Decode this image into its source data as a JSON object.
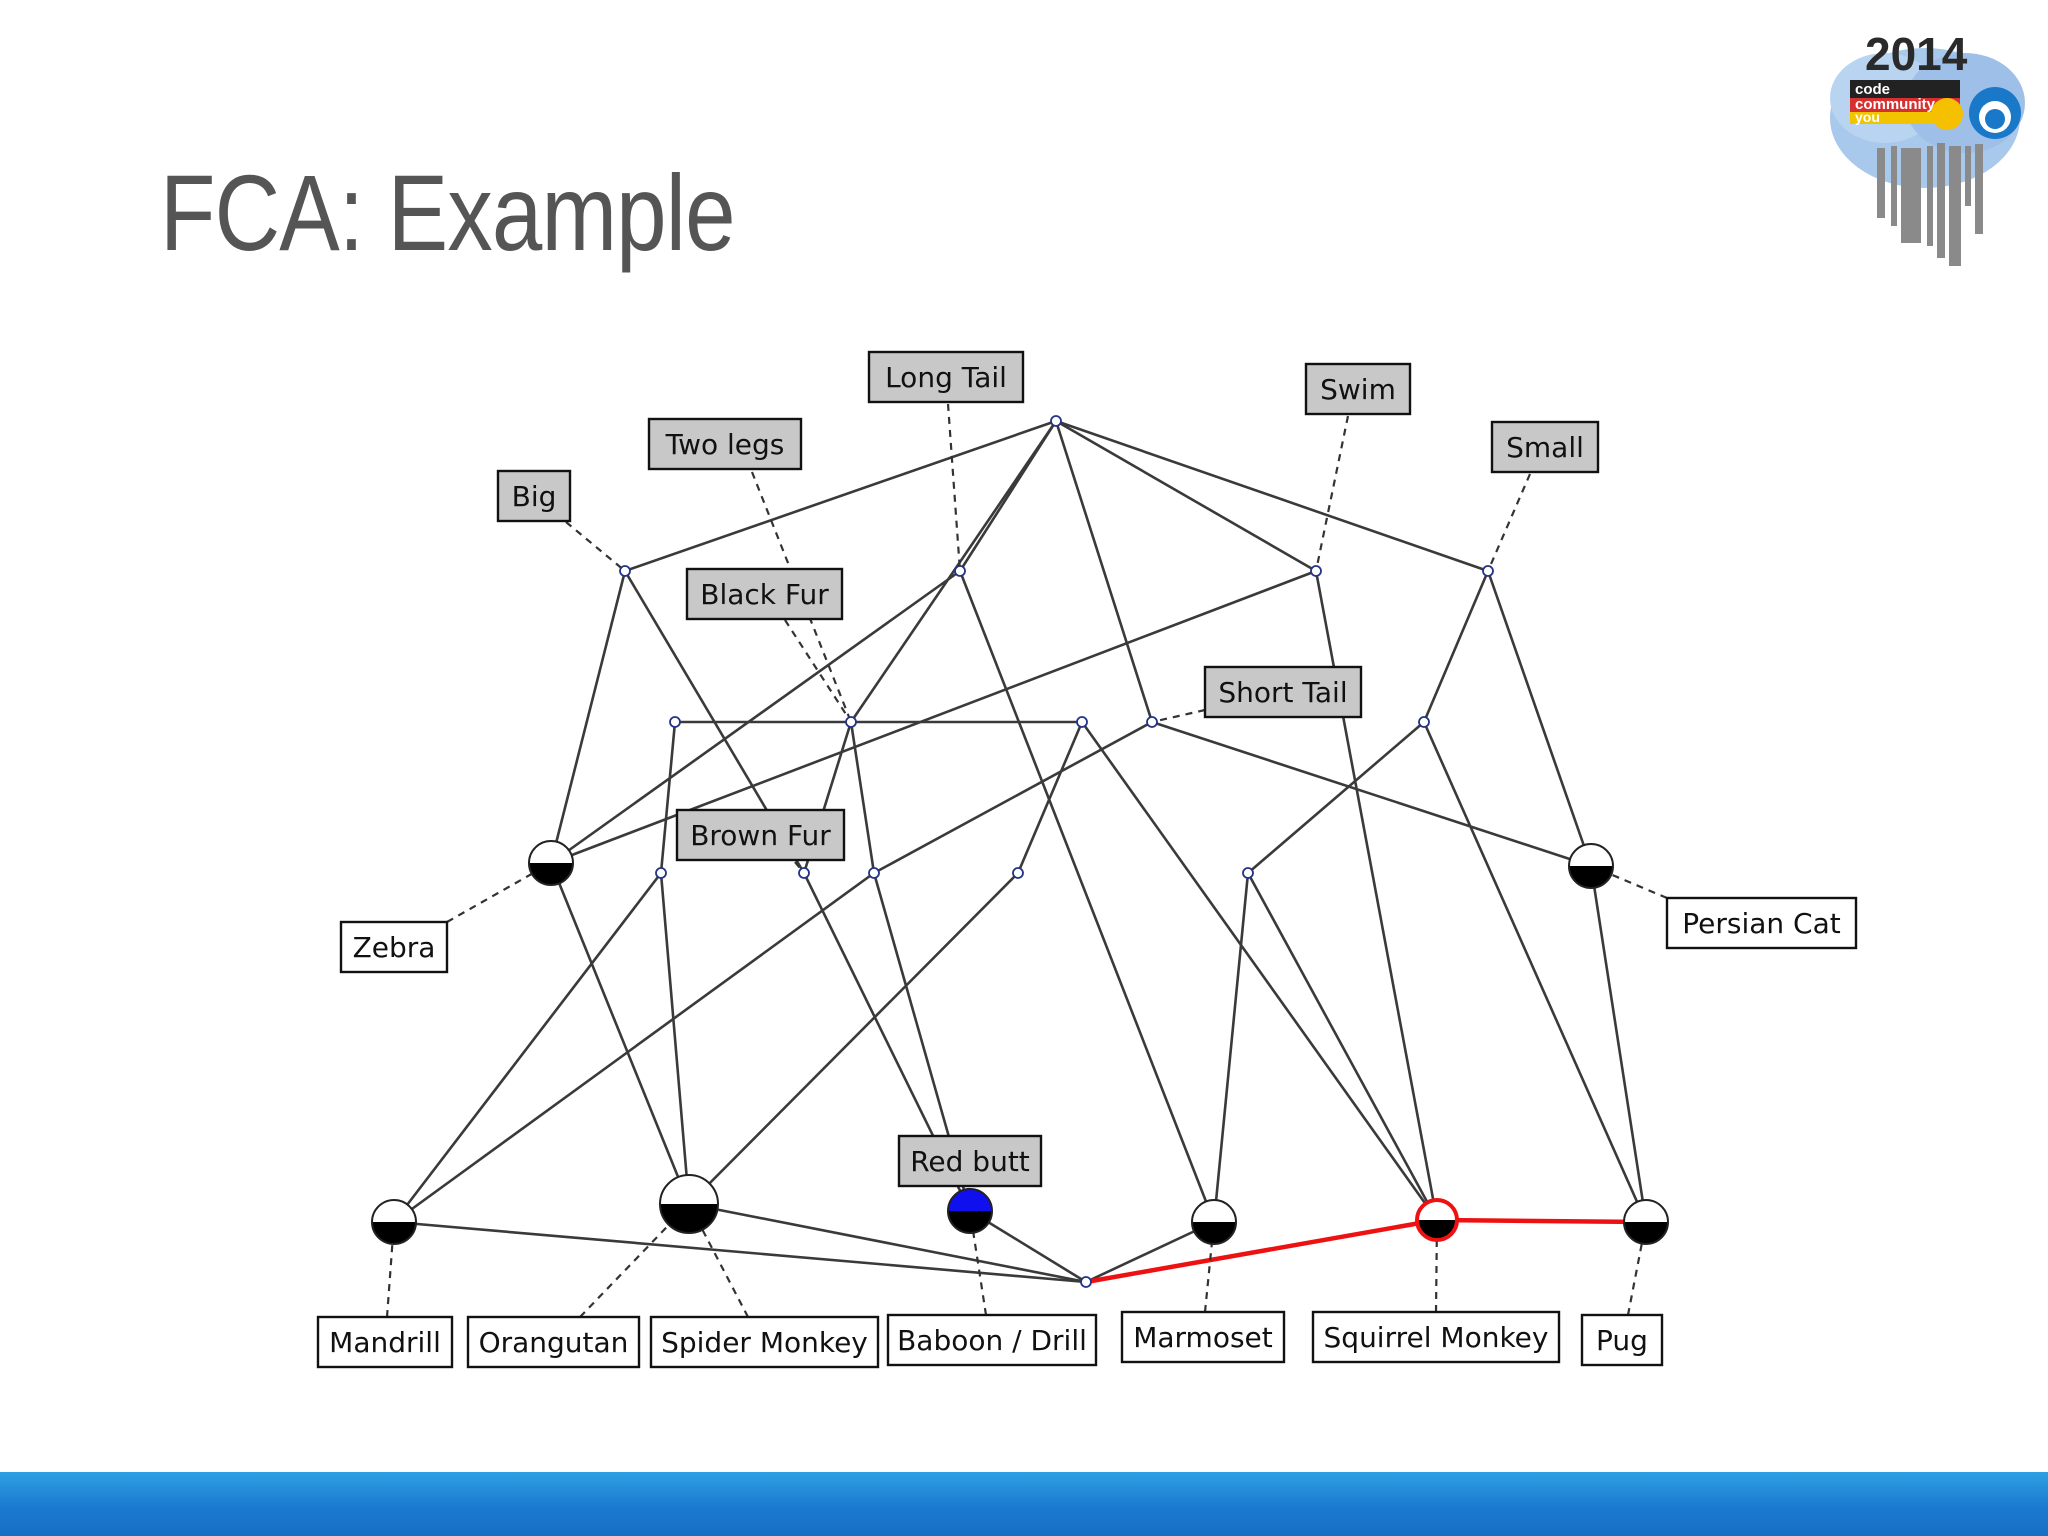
{
  "slide": {
    "title": "FCA: Example"
  },
  "logo": {
    "year": "2014",
    "line1": "code",
    "line2": "community",
    "line3": "you"
  },
  "lattice": {
    "attribute_labels": [
      {
        "id": "long-tail",
        "text": "Long Tail",
        "node": "n_longtail"
      },
      {
        "id": "swim",
        "text": "Swim",
        "node": "n_swim"
      },
      {
        "id": "two-legs",
        "text": "Two legs",
        "node": "n_twolegs"
      },
      {
        "id": "small",
        "text": "Small",
        "node": "n_small"
      },
      {
        "id": "big",
        "text": "Big",
        "node": "n_big"
      },
      {
        "id": "black-fur",
        "text": "Black Fur",
        "node": "n_blackfur"
      },
      {
        "id": "short-tail",
        "text": "Short Tail",
        "node": "n_shorttail"
      },
      {
        "id": "brown-fur",
        "text": "Brown Fur",
        "node": "n_brownfur"
      },
      {
        "id": "red-butt",
        "text": "Red butt",
        "node": "n_redbutt"
      }
    ],
    "object_labels": [
      {
        "id": "zebra",
        "text": "Zebra",
        "node": "n_zebra"
      },
      {
        "id": "persian-cat",
        "text": "Persian Cat",
        "node": "n_persian"
      },
      {
        "id": "mandrill",
        "text": "Mandrill",
        "node": "n_mandrill"
      },
      {
        "id": "orangutan",
        "text": "Orangutan",
        "node": "n_orangutan"
      },
      {
        "id": "spider-monkey",
        "text": "Spider Monkey",
        "node": "n_orangutan"
      },
      {
        "id": "baboon-drill",
        "text": "Baboon / Drill",
        "node": "n_redbutt"
      },
      {
        "id": "marmoset",
        "text": "Marmoset",
        "node": "n_marmoset"
      },
      {
        "id": "squirrel-monkey",
        "text": "Squirrel Monkey",
        "node": "n_squirrel"
      },
      {
        "id": "pug",
        "text": "Pug",
        "node": "n_pug"
      }
    ],
    "colors": {
      "edge": "#3a3a3a",
      "highlight": "#ee1111",
      "attribute_box": "#c8c8c8",
      "object_box": "#ffffff",
      "selected_node": "#1010ee",
      "node_fill": "#000000"
    }
  }
}
